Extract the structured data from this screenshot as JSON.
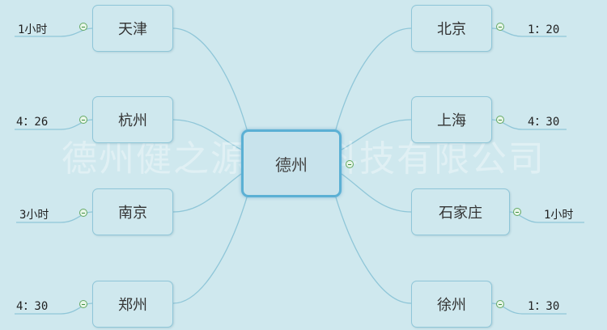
{
  "watermark": "德州健之源生物科技有限公司",
  "center": {
    "label": "德州"
  },
  "left_nodes": [
    {
      "city": "天津",
      "time": "1小时"
    },
    {
      "city": "杭州",
      "time": "4：26"
    },
    {
      "city": "南京",
      "time": "3小时"
    },
    {
      "city": "郑州",
      "time": "4：30"
    }
  ],
  "right_nodes": [
    {
      "city": "北京",
      "time": "1：20"
    },
    {
      "city": "上海",
      "time": "4：30"
    },
    {
      "city": "石家庄",
      "time": "1小时"
    },
    {
      "city": "徐州",
      "time": "1：30"
    }
  ],
  "colors": {
    "background": "#cfe8ee",
    "connector": "#8fc6d8",
    "center_border": "#5bb0d4",
    "collapse_icon": "#64a864"
  },
  "icons": {
    "collapse": "collapse-minus-icon"
  }
}
